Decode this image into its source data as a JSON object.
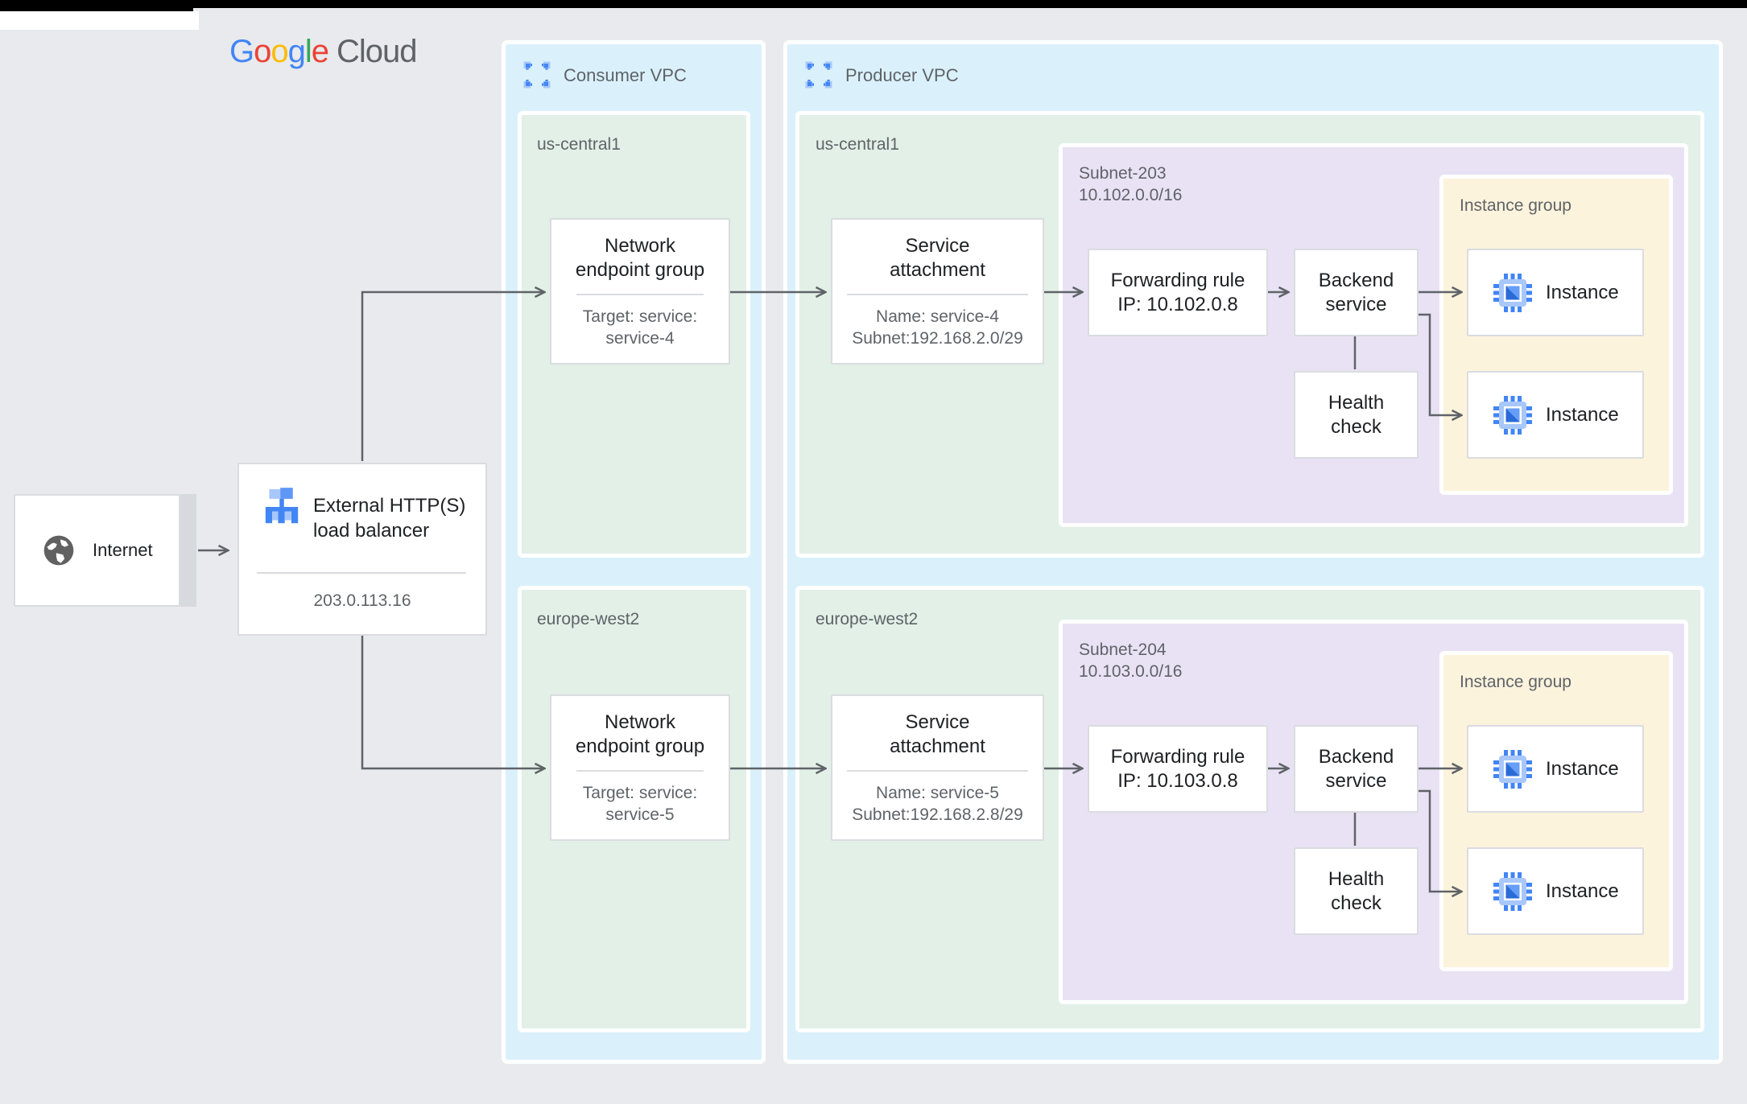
{
  "logo": {
    "letters": [
      "G",
      "o",
      "o",
      "g",
      "l",
      "e"
    ],
    "cloud": "Cloud"
  },
  "internet": {
    "label": "Internet"
  },
  "load_balancer": {
    "line1": "External HTTP(S)",
    "line2": "load balancer",
    "ip": "203.0.113.16"
  },
  "consumer_vpc": {
    "label": "Consumer VPC",
    "regions": [
      {
        "name": "us-central1",
        "neg_title_1": "Network",
        "neg_title_2": "endpoint group",
        "neg_sub_1": "Target: service:",
        "neg_sub_2": "service-4"
      },
      {
        "name": "europe-west2",
        "neg_title_1": "Network",
        "neg_title_2": "endpoint group",
        "neg_sub_1": "Target: service:",
        "neg_sub_2": "service-5"
      }
    ]
  },
  "producer_vpc": {
    "label": "Producer VPC",
    "regions": [
      {
        "name": "us-central1",
        "sa_title_1": "Service",
        "sa_title_2": "attachment",
        "sa_sub_1": "Name: service-4",
        "sa_sub_2": "Subnet:192.168.2.0/29",
        "subnet_name": "Subnet-203",
        "subnet_cidr": "10.102.0.0/16",
        "fr_line_1": "Forwarding rule",
        "fr_line_2": "IP: 10.102.0.8",
        "bs_line_1": "Backend",
        "bs_line_2": "service",
        "hc_line_1": "Health",
        "hc_line_2": "check",
        "instance_group_label": "Instance group",
        "instance_1": "Instance",
        "instance_2": "Instance"
      },
      {
        "name": "europe-west2",
        "sa_title_1": "Service",
        "sa_title_2": "attachment",
        "sa_sub_1": "Name: service-5",
        "sa_sub_2": "Subnet:192.168.2.8/29",
        "subnet_name": "Subnet-204",
        "subnet_cidr": "10.103.0.0/16",
        "fr_line_1": "Forwarding rule",
        "fr_line_2": "IP: 10.103.0.8",
        "bs_line_1": "Backend",
        "bs_line_2": "service",
        "hc_line_1": "Health",
        "hc_line_2": "check",
        "instance_group_label": "Instance group",
        "instance_1": "Instance",
        "instance_2": "Instance"
      }
    ]
  },
  "colors": {
    "background": "#E8EAED",
    "vpc_fill": "#DAF1FB",
    "region_fill": "#E2F0E7",
    "subnet_fill": "#E9E2F4",
    "instance_group_fill": "#FCF3DC",
    "node_border": "#DADCE0",
    "text_dark": "#202124",
    "text_gray": "#5F6368",
    "connector": "#5F6368",
    "brand_blue": "#4285F4",
    "brand_red": "#EA4335",
    "brand_yellow": "#FBBC04",
    "brand_green": "#34A853"
  }
}
